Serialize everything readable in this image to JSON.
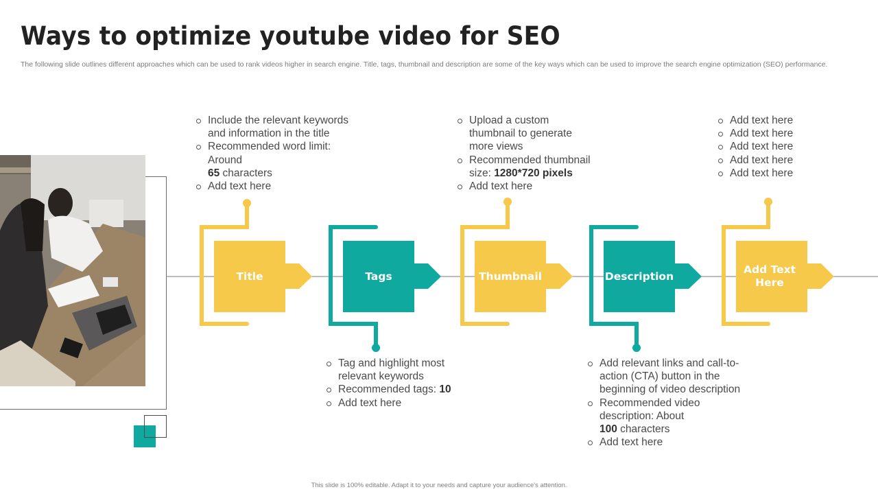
{
  "slide": {
    "title": "Ways to optimize youtube video for SEO",
    "subtitle": "The following slide outlines different approaches which can be used to rank videos higher in search engine. Title, tags, thumbnail and description are some of the key ways which can be used to improve the search engine optimization (SEO) performance.",
    "footer": "This slide is 100% editable. Adapt it to your needs and capture your audience's attention."
  },
  "colors": {
    "yellow": "#F7C94B",
    "teal": "#0FA9A0",
    "line": "#7A7A7A",
    "title": "#222222"
  },
  "image": {
    "description": "photo-two-people-working-at-desk-with-laptop-and-documents"
  },
  "steps": [
    {
      "label": "Title",
      "color": "yellow",
      "connector": "top",
      "bullets": [
        {
          "text": "Include the relevant keywords and information in the title"
        },
        {
          "pre": "Recommended word limit: Around",
          "bold": "65",
          "post": " characters"
        },
        {
          "text": "Add text here"
        }
      ]
    },
    {
      "label": "Tags",
      "color": "teal",
      "connector": "bottom",
      "bullets": [
        {
          "text": "Tag and highlight most relevant keywords"
        },
        {
          "pre": "Recommended tags: ",
          "bold": "10",
          "post": ""
        },
        {
          "text": "Add text here"
        }
      ]
    },
    {
      "label": "Thumbnail",
      "color": "yellow",
      "connector": "top",
      "bullets": [
        {
          "text": "Upload a custom thumbnail to generate more views"
        },
        {
          "pre": "Recommended thumbnail size: ",
          "bold": "1280*720 pixels",
          "post": ""
        },
        {
          "text": "Add text here"
        }
      ]
    },
    {
      "label": "Description",
      "color": "teal",
      "connector": "bottom",
      "bullets": [
        {
          "text": "Add relevant links and call-to-action (CTA) button in the beginning of video description"
        },
        {
          "pre": "Recommended video description: About",
          "bold": "100",
          "post": " characters"
        },
        {
          "text": "Add text here"
        }
      ]
    },
    {
      "label": "Add Text Here",
      "color": "yellow",
      "connector": "top",
      "bullets": [
        {
          "text": "Add text here"
        },
        {
          "text": "Add text here"
        },
        {
          "text": "Add text here"
        },
        {
          "text": "Add text here"
        },
        {
          "text": "Add text here"
        }
      ]
    }
  ]
}
